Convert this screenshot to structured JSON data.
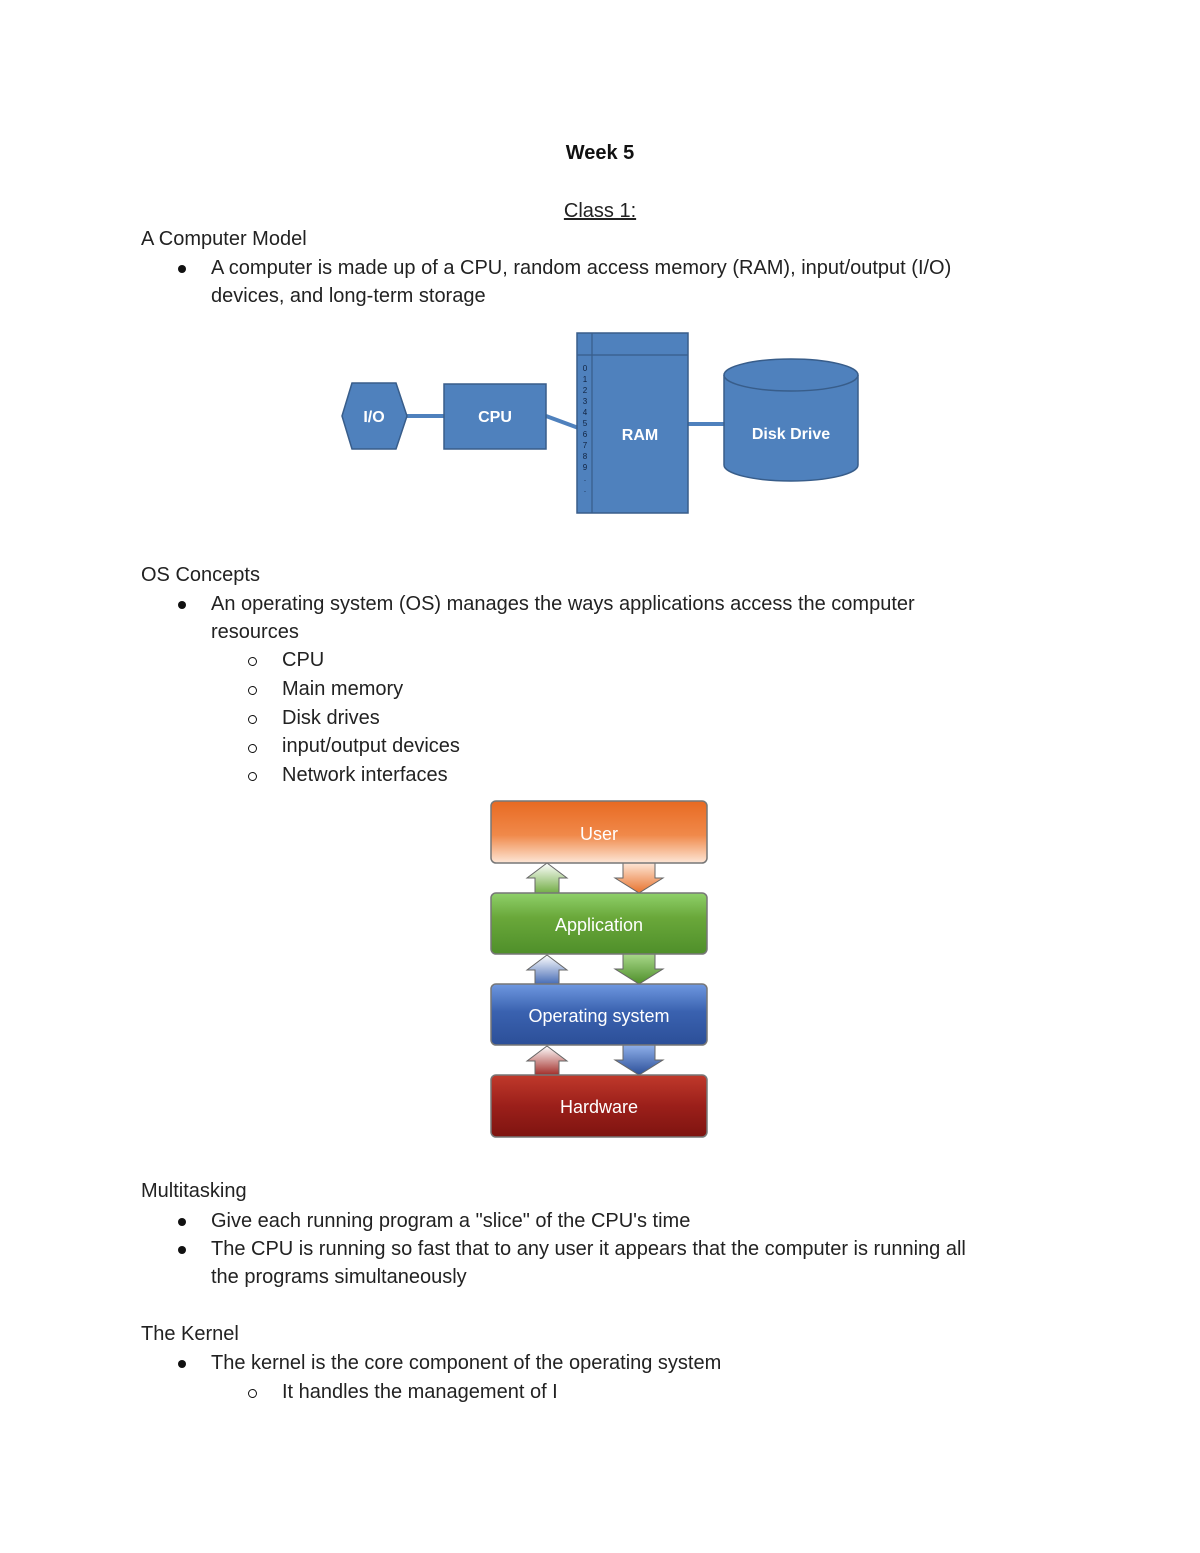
{
  "doc": {
    "title": "Week 5",
    "subtitle": "Class 1:"
  },
  "sections": {
    "computer_model": {
      "heading": "A Computer Model",
      "bullet1_line1": "A computer is made up of a CPU, random access memory (RAM), input/output (I/O)",
      "bullet1_line2": "devices, and long-term storage"
    },
    "os_concepts": {
      "heading": "OS Concepts",
      "bullet1_line1": "An operating system (OS) manages the ways applications access the computer",
      "bullet1_line2": "resources",
      "subitems": [
        "CPU",
        "Main memory",
        "Disk drives",
        "input/output devices",
        "Network interfaces"
      ]
    },
    "multitasking": {
      "heading": "Multitasking",
      "bullet1": "Give each running program a \"slice\" of the CPU's time",
      "bullet2_line1": "The CPU is running so fast that to any user it appears that the computer is running all",
      "bullet2_line2": "the programs simultaneously"
    },
    "kernel": {
      "heading": "The Kernel",
      "bullet1": "The kernel is the core component of the operating system",
      "sub1": "It handles the management of I"
    }
  },
  "diagram1": {
    "io_label": "I/O",
    "cpu_label": "CPU",
    "ram_label": "RAM",
    "disk_label": "Disk Drive",
    "ram_addresses": [
      "0",
      "1",
      "2",
      "3",
      "4",
      "5",
      "6",
      "7",
      "8",
      "9",
      ".",
      "."
    ],
    "color_fill": "#4f81bd",
    "color_stroke": "#385d8a"
  },
  "diagram2": {
    "user_label": "User",
    "app_label": "Application",
    "os_label": "Operating system",
    "hw_label": "Hardware",
    "color_user": "#e8732e",
    "color_app": "#6aa83a",
    "color_os": "#3a62b0",
    "color_hw": "#9b1f1a"
  }
}
